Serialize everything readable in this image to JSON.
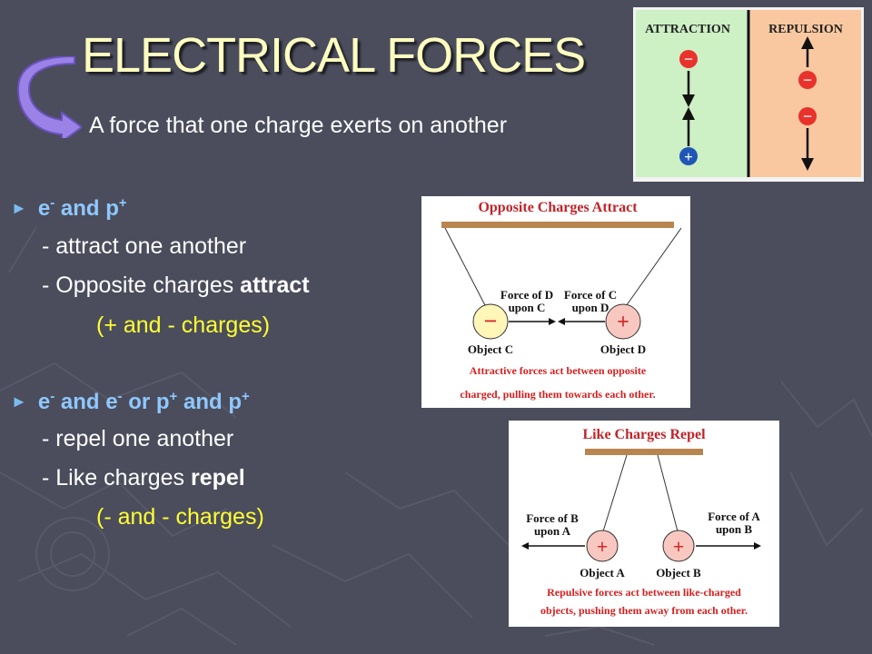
{
  "slide": {
    "title": "ELECTRICAL FORCES",
    "subtitle": "A force that one charge exerts on another"
  },
  "section1": {
    "bullet": {
      "a": "e",
      "a_sup": "-",
      "and": " and p",
      "b_sup": "+"
    },
    "line1": "- attract one another",
    "line2_prefix": "- Opposite charges ",
    "line2_bold": "attract",
    "line3": "(+ and - charges)"
  },
  "section2": {
    "bullet": {
      "a": "e",
      "a_sup": "-",
      "and1": " and e",
      "b_sup": "-",
      "or": " or p",
      "c_sup": "+",
      "and2": " and p",
      "d_sup": "+"
    },
    "line1": "- repel one another",
    "line2_prefix": "- Like charges ",
    "line2_bold": "repel",
    "line3": "(- and - charges)"
  },
  "fig_top": {
    "attraction": "ATTRACTION",
    "repulsion": "REPULSION",
    "minus": "−",
    "plus": "+",
    "colors": {
      "left_bg": "#cdf0c4",
      "right_bg": "#fac8a0",
      "red": "#e8322b",
      "blue": "#1f56b8"
    }
  },
  "fig_attract": {
    "title": "Opposite Charges Attract",
    "force_d_1": "Force of D",
    "force_d_2": "upon C",
    "force_c_1": "Force of C",
    "force_c_2": "upon D",
    "minus": "−",
    "plus": "+",
    "object_c": "Object C",
    "object_d": "Object D",
    "caption_1": "Attractive forces act between opposite",
    "caption_2": "charged, pulling them towards each other."
  },
  "fig_repel": {
    "title": "Like Charges Repel",
    "force_b_1": "Force of B",
    "force_b_2": "upon A",
    "force_a_1": "Force of A",
    "force_a_2": "upon B",
    "plus_a": "+",
    "plus_b": "+",
    "object_a": "Object A",
    "object_b": "Object B",
    "caption_1": "Repulsive forces act between like-charged",
    "caption_2": "objects, pushing them away from each other."
  }
}
